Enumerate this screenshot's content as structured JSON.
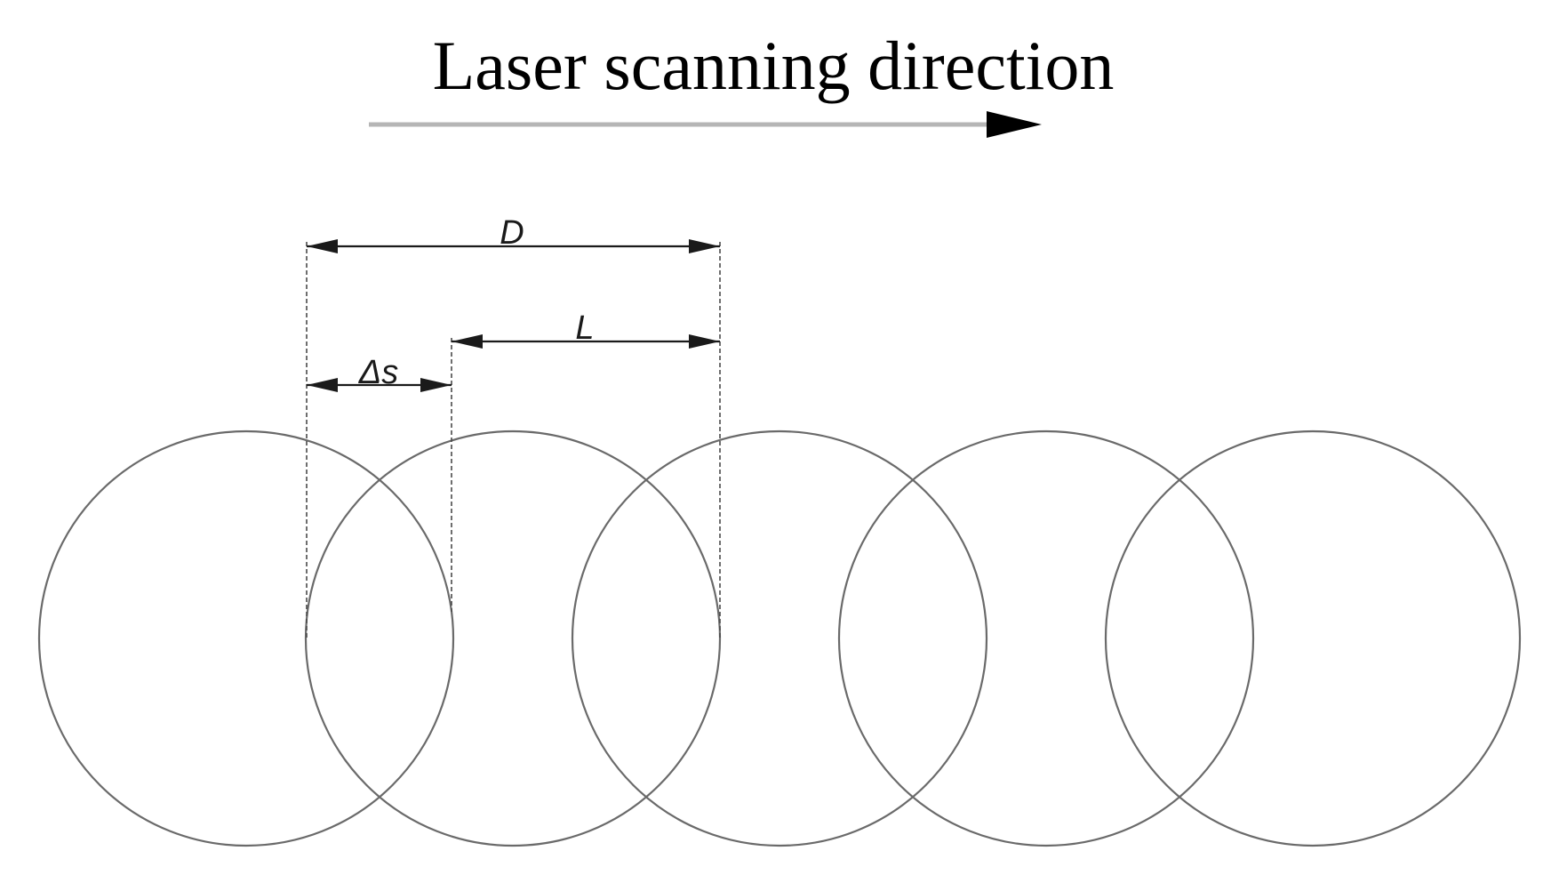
{
  "title": "Laser scanning direction",
  "dimensions": {
    "D": "D",
    "L": "L",
    "delta_s": "Δs"
  },
  "colors": {
    "circle_stroke": "#6a6a6a",
    "direction_line": "#b5b5b5",
    "direction_arrowhead": "#000000",
    "dimension_lines": "#1a1a1a",
    "background": "#ffffff"
  },
  "spot_count": 5
}
